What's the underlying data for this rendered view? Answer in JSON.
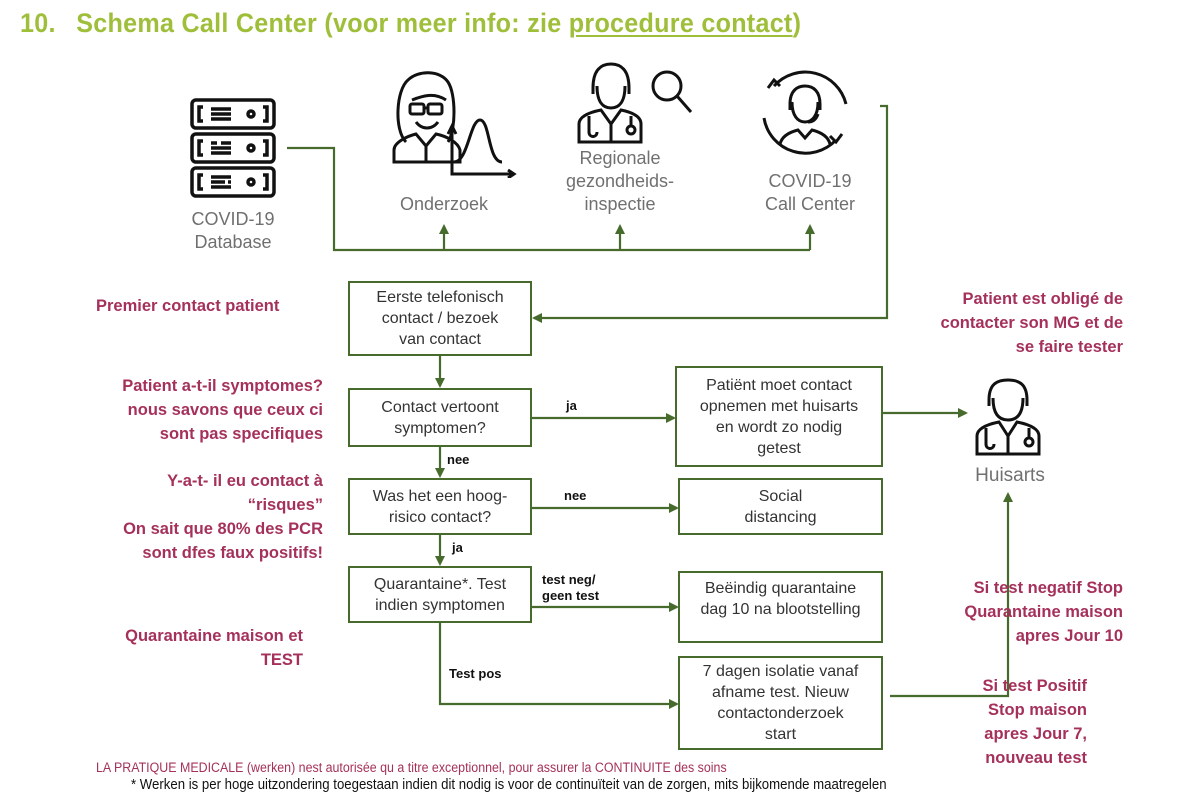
{
  "title": {
    "number": "10.",
    "prefix": "Schema Call Center (voor meer info: zie ",
    "link": "procedure contact",
    "suffix": ")"
  },
  "colors": {
    "title": "#9fbf3b",
    "line": "#466b2c",
    "annotation": "#a5315a",
    "icon_label": "#707070"
  },
  "icons": {
    "database": {
      "icon": "server-icon",
      "label_line1": "COVID-19",
      "label_line2": "Database"
    },
    "research": {
      "icon": "researcher-chart-icon",
      "label_line1": "Onderzoek"
    },
    "inspection": {
      "icon": "doctor-magnifier-icon",
      "label_line1": "Regionale",
      "label_line2": "gezondheids-",
      "label_line3": "inspectie"
    },
    "callcenter": {
      "icon": "call-agent-cycle-icon",
      "label_line1": "COVID-19",
      "label_line2": "Call Center"
    },
    "gp": {
      "icon": "doctor-icon",
      "label_line1": "Huisarts"
    }
  },
  "boxes": {
    "first_contact": [
      "Eerste telefonisch",
      "contact / bezoek",
      "van contact"
    ],
    "symptoms": [
      "Contact vertoont",
      "symptomen?"
    ],
    "high_risk": [
      "Was het een hoog-",
      "risico contact?"
    ],
    "quarantine": [
      "Quarantaine*. Test",
      "indien symptomen"
    ],
    "contact_gp": [
      "Patiënt moet contact",
      "opnemen met huisarts",
      "en wordt zo nodig",
      "getest"
    ],
    "social": [
      "Social",
      "distancing"
    ],
    "end_quarantine": [
      "Beëindig quarantaine",
      "dag 10 na blootstelling"
    ],
    "isolation": [
      "7 dagen isolatie vanaf",
      "afname test. Nieuw",
      "contactonderzoek",
      "start"
    ]
  },
  "edges": {
    "symptoms_yes": "ja",
    "symptoms_no": "nee",
    "risk_no": "nee",
    "risk_yes": "ja",
    "test_neg": [
      "test neg/",
      "geen test"
    ],
    "test_pos": "Test pos"
  },
  "annotations": {
    "first_contact": [
      "Premier contact patient"
    ],
    "symptoms": [
      "Patient a-t-il symptomes?",
      "nous savons que ceux ci",
      "sont pas specifiques"
    ],
    "risk": [
      "Y-a-t- il eu contact à",
      "“risques”",
      "On sait que 80% des PCR",
      "sont dfes faux positifs!"
    ],
    "quarantine": [
      "Quarantaine maison et",
      "TEST"
    ],
    "gp_obligation": [
      "Patient est obligé de",
      "contacter son MG et de",
      "se faire tester"
    ],
    "test_negative": [
      "Si test negatif Stop",
      "Quarantaine maison",
      "apres Jour 10"
    ],
    "test_positive": [
      "Si test Positif",
      "Stop maison",
      "apres Jour  7,",
      "nouveau test"
    ]
  },
  "footer": {
    "line1": "LA PRATIQUE MEDICALE (werken) nest autorisée qu a titre exceptionnel, pour assurer la CONTINUITE des  soins",
    "line2": "* Werken is per hoge uitzondering toegestaan indien dit nodig is voor de continuïteit van de zorgen, mits bijkomende maatregelen"
  }
}
